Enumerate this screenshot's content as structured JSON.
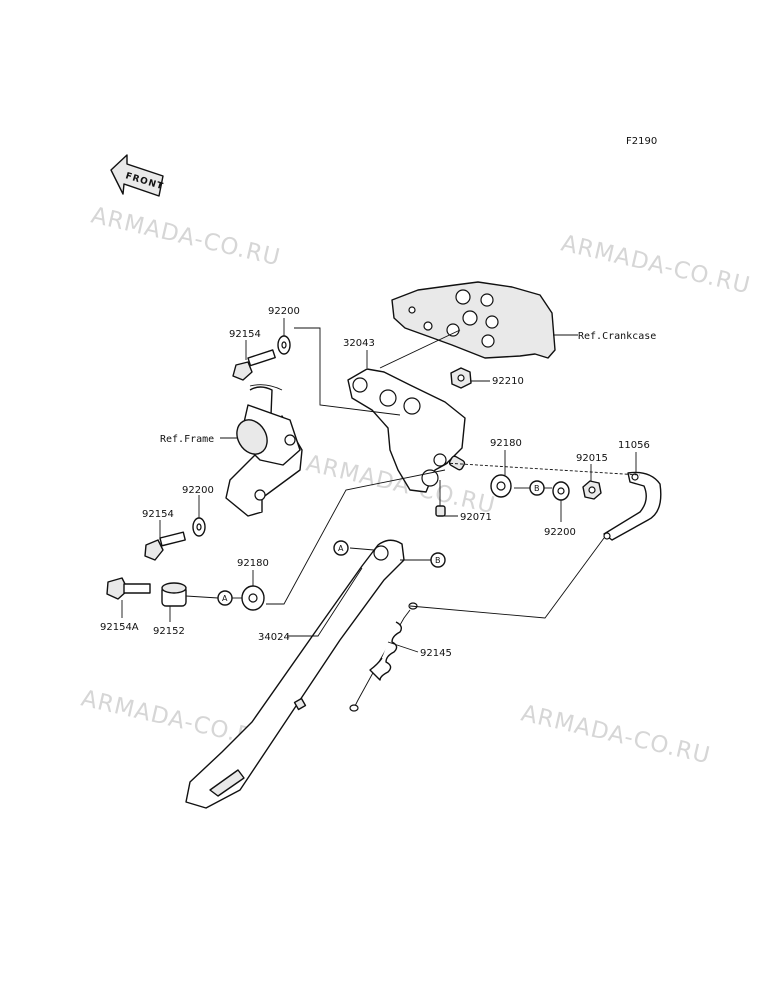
{
  "diagram_code": "F2190",
  "front_label": "FRONT",
  "watermark": "ARMADA-CO.RU",
  "references": {
    "crankcase": "Ref.Crankcase",
    "frame": "Ref.Frame"
  },
  "connectors": {
    "a": "A",
    "b": "B"
  },
  "parts": {
    "p92200_top": "92200",
    "p92154_top": "92154",
    "p32043": "32043",
    "p92210": "92210",
    "p92180_right": "92180",
    "p92015": "92015",
    "p11056": "11056",
    "p92071": "92071",
    "p92200_right": "92200",
    "p92200_left": "92200",
    "p92154_left": "92154",
    "p92180_left": "92180",
    "p92154A": "92154A",
    "p92152": "92152",
    "p34024": "34024",
    "p92145": "92145"
  },
  "colors": {
    "line": "#111111",
    "watermark": "#d6d6d6",
    "shade": "#e9e9e9"
  }
}
